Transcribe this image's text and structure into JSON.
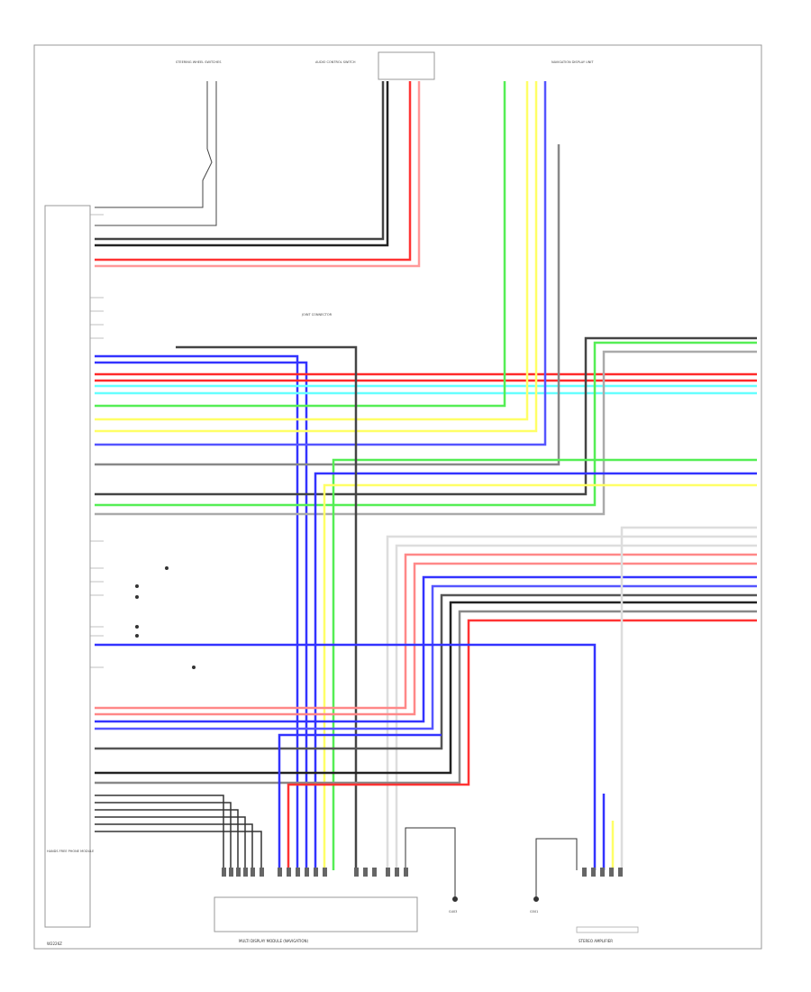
{
  "diagram": {
    "footer_code": "W2226Z",
    "module_left_label": "HANDS FREE PHONE MODULE",
    "module_center_label": "MULTI DISPLAY MODULE (NAVIGATION)",
    "module_right_label": "STEREO AMPLIFIER",
    "connector_top_left": "STEERING WHEEL SWITCHES",
    "connector_top_center": "AUDIO CONTROL SWITCH",
    "connector_top_right": "NAVIGATION DISPLAY UNIT",
    "junction_label": "JOINT CONNECTOR",
    "ground_a_label": "G403",
    "ground_b_label": "G501",
    "colors": {
      "red": "#ff2a2a",
      "blue": "#3333ff",
      "green": "#33cc33",
      "yellow": "#ffff33",
      "cyan": "#33ffff",
      "black": "#111111",
      "pink": "#ff9999",
      "gray": "#888888",
      "white": "#dddddd"
    }
  }
}
